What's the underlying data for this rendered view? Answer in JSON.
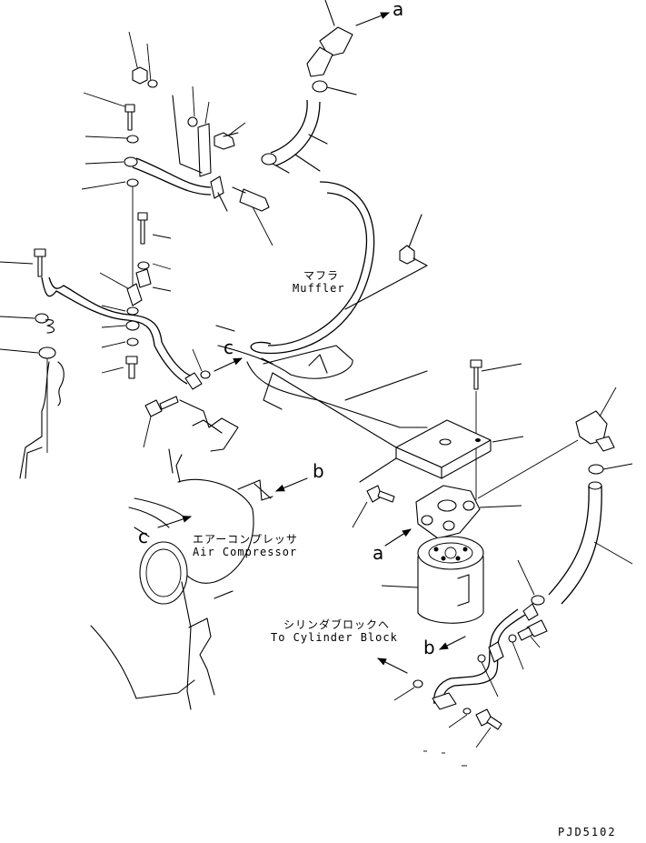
{
  "labels": {
    "muffler_jp": "マフラ",
    "muffler_en": "Muffler",
    "compressor_jp": "エアーコンプレッサ",
    "compressor_en": "Air Compressor",
    "cylinder_jp": "シリンダブロックヘ",
    "cylinder_en": "To Cylinder Block",
    "ref_a_top": "a",
    "ref_a_filter": "a",
    "ref_b_compressor": "b",
    "ref_b_cylinder": "b",
    "ref_c_left": "c",
    "ref_c_compressor": "c",
    "drawing_code": "PJD5102"
  }
}
